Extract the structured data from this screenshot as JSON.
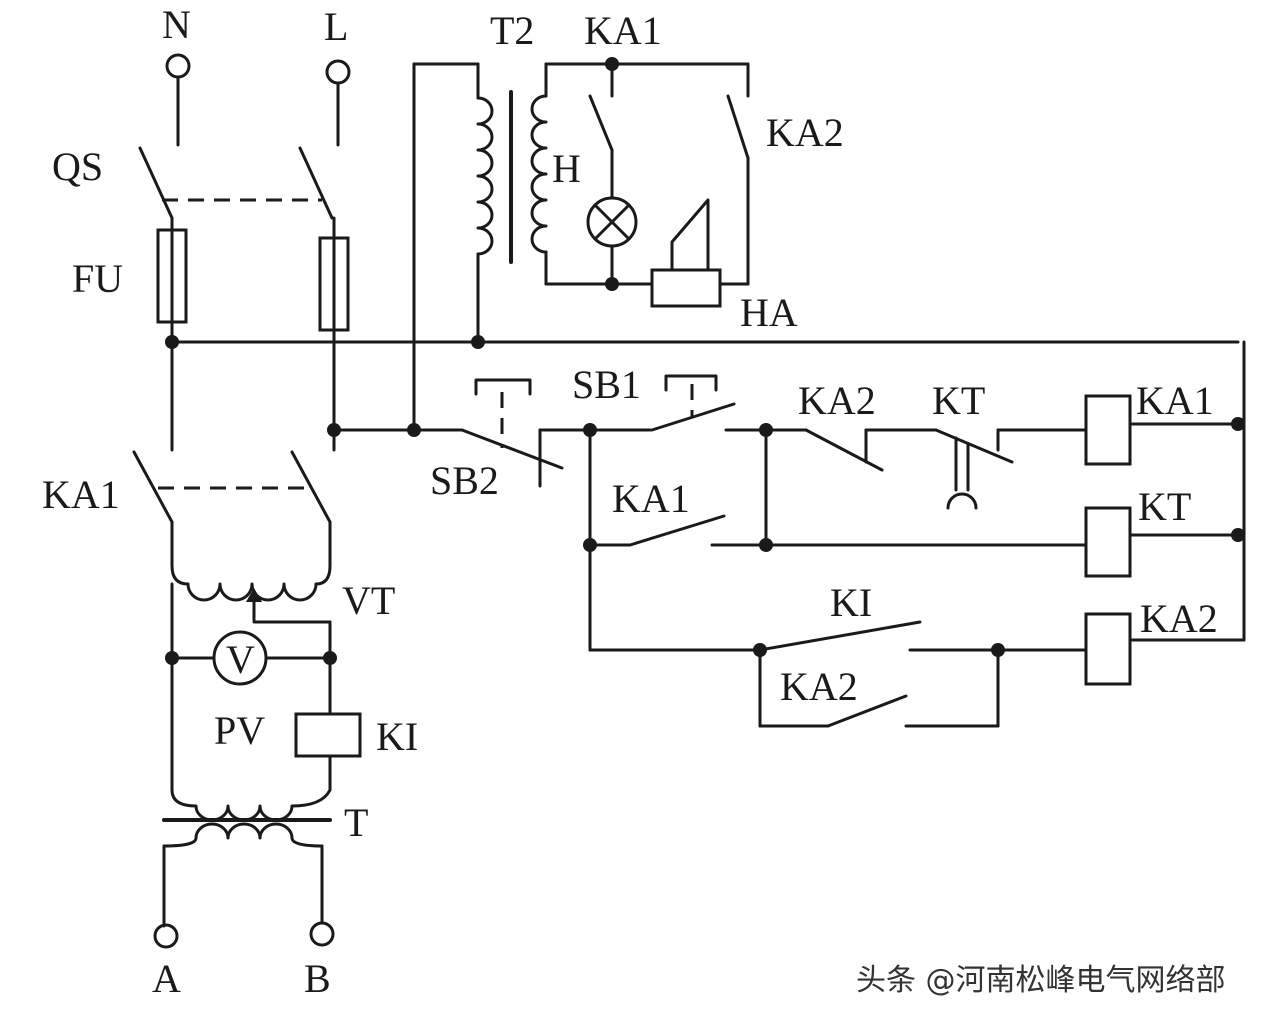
{
  "labels": {
    "N": "N",
    "L": "L",
    "QS": "QS",
    "FU": "FU",
    "T2": "T2",
    "H": "H",
    "HA": "HA",
    "KA1": "KA1",
    "KA2": "KA2",
    "SB1": "SB1",
    "SB2": "SB2",
    "KT": "KT",
    "KI": "KI",
    "VT": "VT",
    "PV": "PV",
    "V": "V",
    "T": "T",
    "A": "A",
    "B": "B"
  },
  "watermark": "头条 @河南松峰电气网络部"
}
